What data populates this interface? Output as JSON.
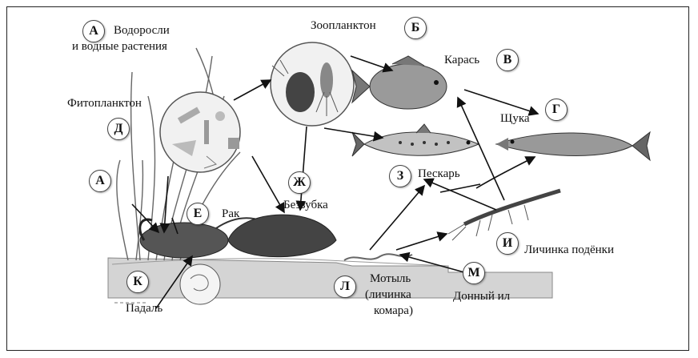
{
  "badges": {
    "a_top": "А",
    "a_left": "А",
    "b": "Б",
    "v": "В",
    "g": "Г",
    "d": "Д",
    "e": "Е",
    "zh": "Ж",
    "z": "З",
    "i": "И",
    "k": "К",
    "l": "Л",
    "m": "М"
  },
  "labels": {
    "algae_line1": "Водоросли",
    "algae_line2": "и водные растения",
    "zooplankton": "Зоопланктон",
    "crucian": "Карась",
    "pike": "Щука",
    "phytoplankton": "Фитопланктон",
    "crayfish": "Рак",
    "mussel": "Беззубка",
    "gudgeon": "Пескарь",
    "mayfly_larva": "Личинка подёнки",
    "bloodworm_line1": "Мотыль",
    "bloodworm_line2": "(личинка",
    "bloodworm_line3": "комара)",
    "carrion": "Падаль",
    "silt": "Донный ил"
  }
}
